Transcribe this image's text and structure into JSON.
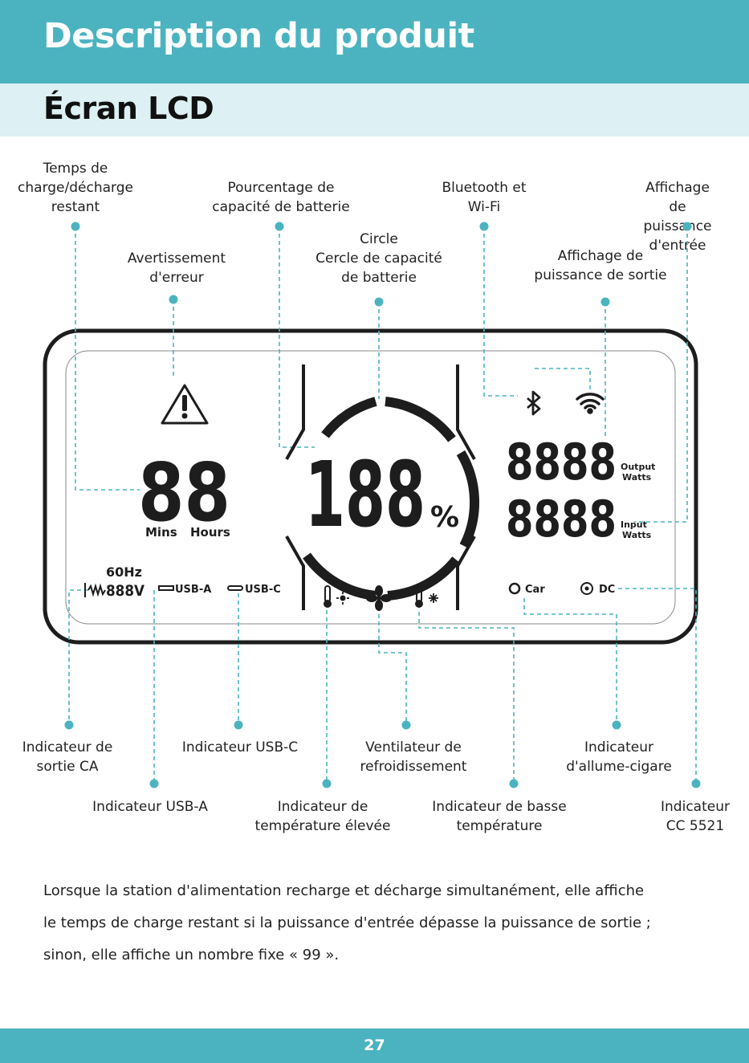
{
  "header": {
    "title": "Description du produit",
    "subtitle": "Écran LCD"
  },
  "colors": {
    "accent": "#4bb3c0",
    "band": "#ddf0f3",
    "dark": "#222222"
  },
  "labels_top": [
    "Temps de\ncharge/décharge\nrestant",
    "Pourcentage de\ncapacité de batterie",
    "Bluetooth et\nWi-Fi",
    "Affichage de\npuissance d'entrée",
    "Avertissement\nd'erreur",
    "Circle\nCercle de capacité\nde batterie",
    "Affichage de\npuissance de sortie"
  ],
  "labels_bottom": [
    "Indicateur de\nsortie CA",
    "Indicateur USB-C",
    "Ventilateur de\nrefroidissement",
    "Indicateur\nd'allume-cigare",
    "Indicateur USB-A",
    "Indicateur de\ntempérature élevée",
    "Indicateur de basse\ntempérature",
    "Indicateur\nCC 5521"
  ],
  "lcd": {
    "digits_time": "88",
    "unit_mins": "Mins",
    "unit_hours": "Hours",
    "percent_digits": "188",
    "percent_sign": "%",
    "output_digits": "8888",
    "output_label": "Output",
    "output_watts": "Watts",
    "input_digits": "8888",
    "input_label": "Input",
    "input_watts": "Watts",
    "freq": "60Hz",
    "voltage": "888V",
    "usb_a": "USB-A",
    "usb_c": "USB-C",
    "car": "Car",
    "dc": "DC",
    "icons": [
      "warning-icon",
      "bluetooth-icon",
      "wifi-icon",
      "high-temp-icon",
      "fan-icon",
      "low-temp-icon",
      "ac-wave-icon"
    ]
  },
  "body": {
    "line1": "Lorsque la station d'alimentation recharge et décharge simultanément, elle affiche",
    "line2": "le temps de charge restant si la puissance d'entrée dépasse la puissance de sortie ;",
    "line3": "sinon, elle affiche un nombre fixe « 99 »."
  },
  "footer": {
    "page_number": "27"
  }
}
